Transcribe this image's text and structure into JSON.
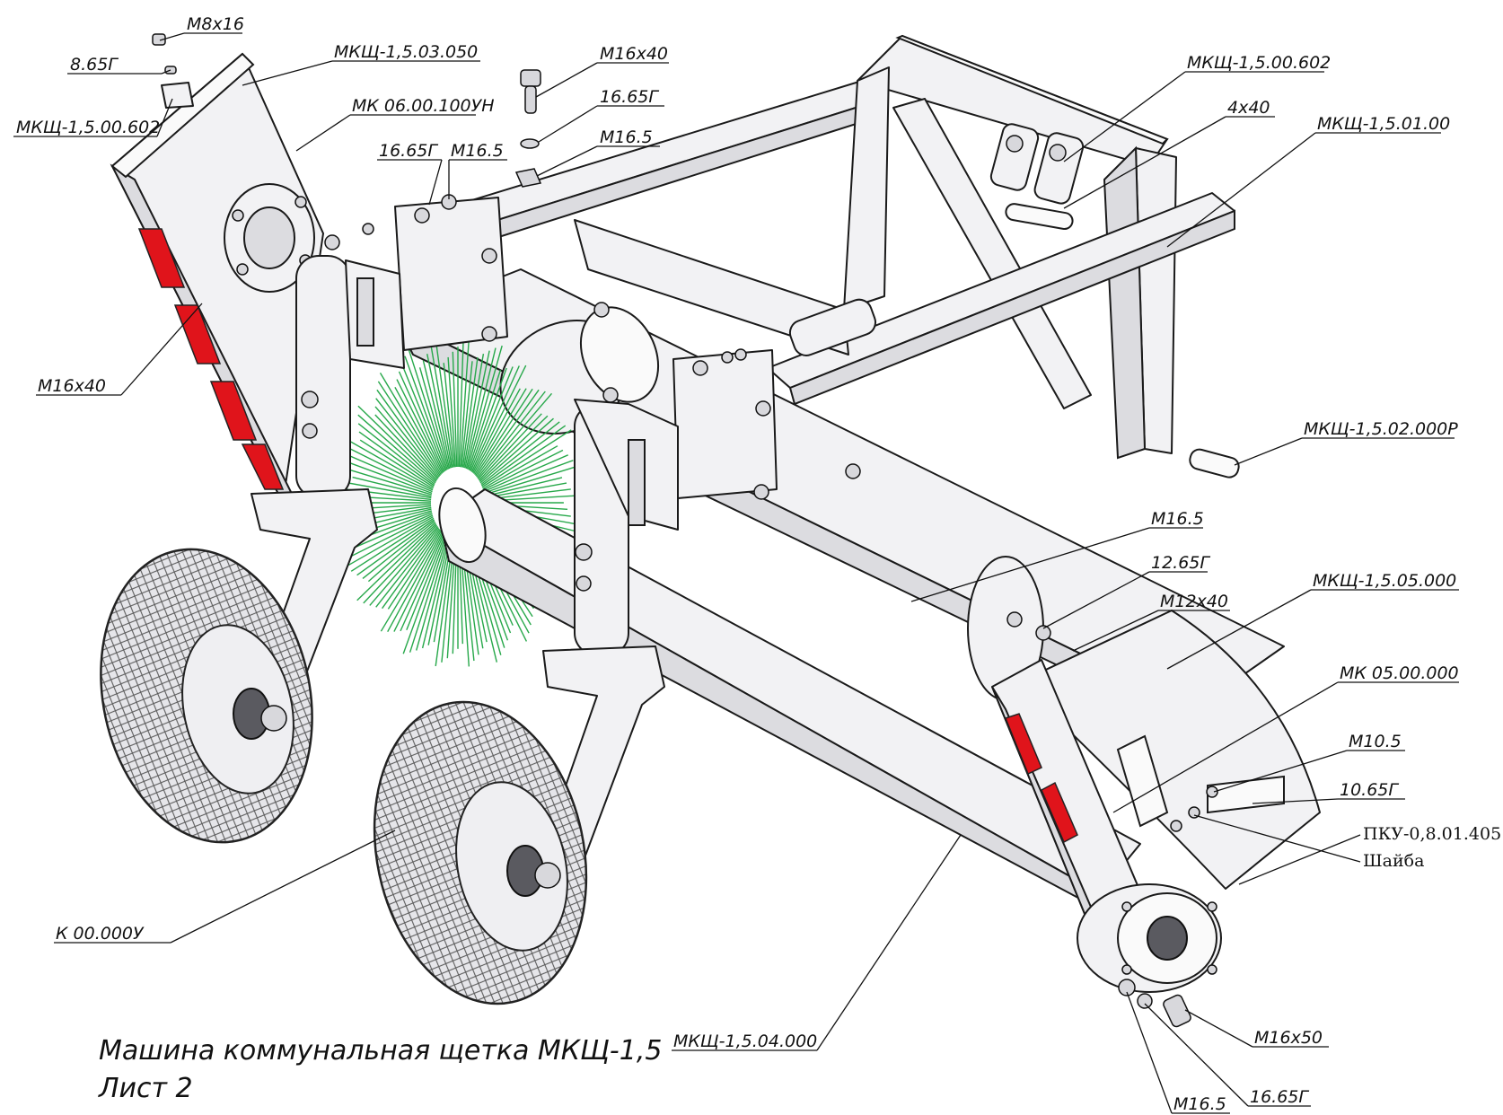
{
  "title_lines": [
    "Машина коммунальная щетка МКЩ-1,5",
    "Лист 2"
  ],
  "callouts": {
    "m8x16": "М8х16",
    "w865": "8.65Г",
    "mksh500602_left": "МКЩ-1,5.00.602",
    "mksh503050": "МКЩ-1,5.03.050",
    "mk0600100un": "МК 06.00.100УН",
    "m16x40_top": "М16х40",
    "w1665_top": "16.65Г",
    "m165_top": "М16.5",
    "w1665_mid": "16.65Г",
    "m165_mid": "М16.5",
    "mksh500602_right": "МКЩ-1,5.00.602",
    "pin4x40": "4х40",
    "mksh50100": "МКЩ-1,5.01.00",
    "m16x40_left": "М16х40",
    "mksh502000r": "МКЩ-1,5.02.000Р",
    "m165_right": "М16.5",
    "w1265": "12.65Г",
    "m12x40": "М12х40",
    "mksh505000": "МКЩ-1,5.05.000",
    "mk0500000": "МК 05.00.000",
    "m105": "М10.5",
    "w1065": "10.65Г",
    "pku": "ПКУ-0,8.01.405",
    "washer": "Шайба",
    "k00000u": "К 00.000У",
    "mksh504000": "МКЩ-1,5.04.000",
    "m16x50": "М16х50",
    "w1665_bottom": "16.65Г",
    "m165_bottom": "М16.5"
  },
  "colors": {
    "reflector": "#e0141b",
    "bristles": "#27a84a",
    "metal": "#f2f2f4",
    "outline": "#1a1a1a"
  }
}
